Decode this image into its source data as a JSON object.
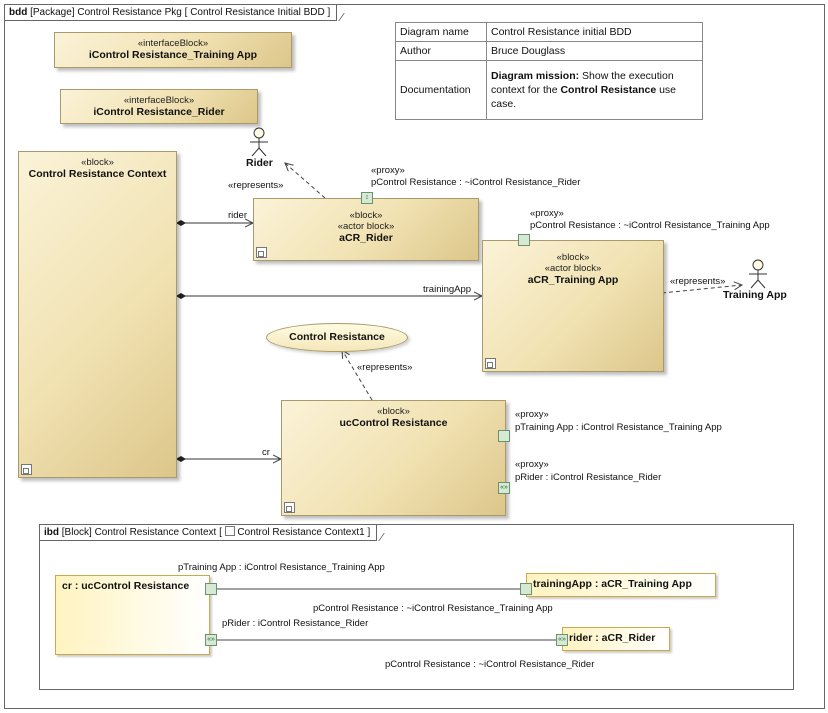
{
  "bdd_frame": {
    "kind": "bdd",
    "header": "[Package] Control Resistance Pkg [ Control Resistance Initial BDD ]"
  },
  "info_table": {
    "rows": [
      {
        "key": "Diagram name",
        "value": "Control Resistance initial BDD"
      },
      {
        "key": "Author",
        "value": "Bruce Douglass"
      }
    ],
    "doc_key": "Documentation",
    "doc_bold1": "Diagram mission:",
    "doc_text1": " Show the execution context for the ",
    "doc_bold2": "Control Resistance",
    "doc_text2": " use case."
  },
  "interface_blocks": [
    {
      "stereotype": "«interfaceBlock»",
      "name": "iControl Resistance_Training App"
    },
    {
      "stereotype": "«interfaceBlock»",
      "name": "iControl Resistance_Rider"
    }
  ],
  "context_block": {
    "stereotype": "«block»",
    "name": "Control Resistance Context"
  },
  "rider_block": {
    "stereotype1": "«block»",
    "stereotype2": "«actor block»",
    "name": "aCR_Rider"
  },
  "training_block": {
    "stereotype1": "«block»",
    "stereotype2": "«actor block»",
    "name": "aCR_Training App"
  },
  "uc_block": {
    "stereotype": "«block»",
    "name": "ucControl Resistance"
  },
  "actors": {
    "rider": "Rider",
    "training_app": "Training App"
  },
  "use_case": "Control Resistance",
  "labels": {
    "represents": "«represents»",
    "proxy": "«proxy»",
    "rider_port": "pControl Resistance : ~iControl Resistance_Rider",
    "training_port": "pControl Resistance : ~iControl Resistance_Training App",
    "uc_port_training": "pTraining App : iControl Resistance_Training App",
    "uc_port_rider": "pRider : iControl Resistance_Rider",
    "role_rider": "rider",
    "role_training": "trainingApp",
    "role_cr": "cr"
  },
  "ibd_frame": {
    "kind": "ibd",
    "header_pre": "[Block] Control Resistance Context [",
    "header_post": "Control Resistance Context1 ]",
    "parts": {
      "cr": "cr : ucControl Resistance",
      "training": "trainingApp : aCR_Training App",
      "rider": "rider : aCR_Rider"
    },
    "ports": {
      "cr_training": "pTraining App : iControl Resistance_Training App",
      "training_port": "pControl Resistance : ~iControl Resistance_Training App",
      "cr_rider": "pRider : iControl Resistance_Rider",
      "rider_port": "pControl Resistance : ~iControl Resistance_Rider"
    }
  },
  "port_glyphs": {
    "rider_port": "↕",
    "uc_rider_port": "«»",
    "ibd_rider_port": "«»"
  }
}
